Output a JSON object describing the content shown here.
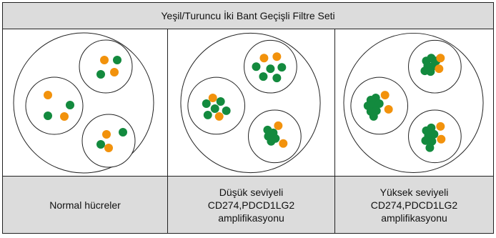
{
  "header": {
    "title": "Yeşil/Turuncu İki Bant Geçişli Filtre Seti"
  },
  "panels": [
    {
      "caption": "Normal hücreler"
    },
    {
      "caption": "Düşük seviyeli\nCD274,PDCD1LG2\namplifikasyonu"
    },
    {
      "caption": "Yüksek seviyeli\nCD274,PDCD1LG2\namplifikasyonu"
    }
  ],
  "colors": {
    "green_signal": "#138a3e",
    "orange_signal": "#f2920c",
    "header_bg": "#dcdcdc"
  }
}
